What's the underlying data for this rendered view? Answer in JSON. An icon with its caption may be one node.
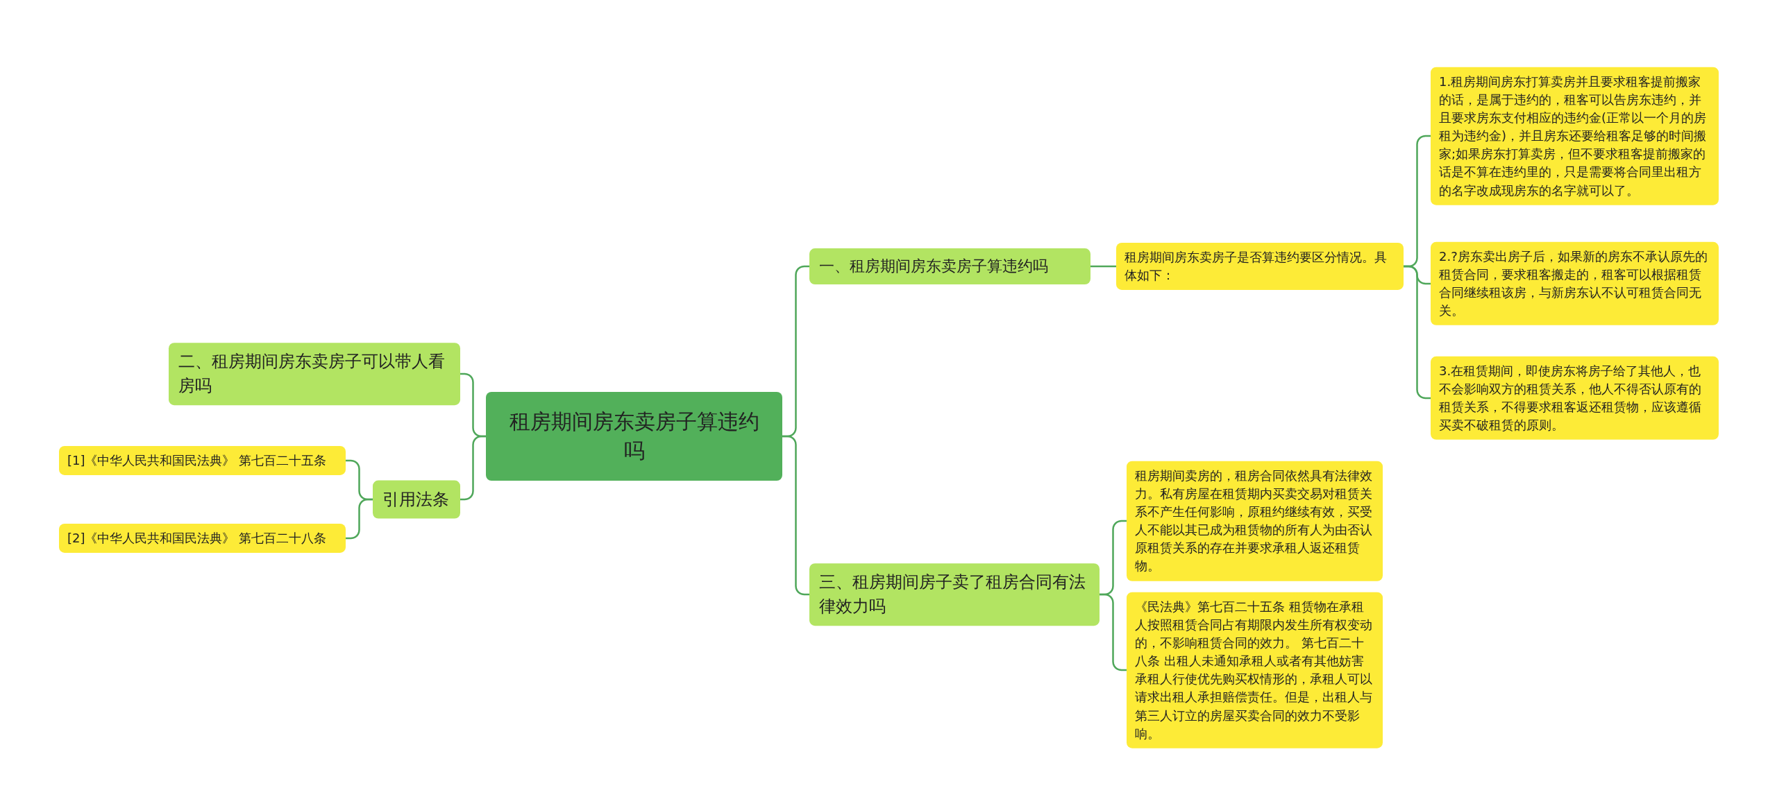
{
  "diagram": {
    "nodes": [
      {
        "text": [
          "租房期间房东卖房子算违约吗"
        ]
      },
      {
        "text": [
          "一、租房期间房东卖房子算违约吗"
        ]
      },
      {
        "text": [
          "租房期间房东卖房子是否算违约要区分情况。具体如下："
        ]
      },
      {
        "text": [
          "1.租房期间房东打算卖房并且要求租客提前搬家的话，是属于违约的，租客可以告房东违约，并且要求房东支付相应的违约金(正常以一个月的房租为违约金)，并且房东还要给租客足够的时间搬家;如果房东打算卖房，但不要求租客提前搬家的话是不算在违约里的，只是需要将合同里出租方的名字改成现房东的名字就可以了。"
        ]
      },
      {
        "text": [
          "2.?房东卖出房子后，如果新的房东不承认原先的租赁合同，要求租客搬走的，租客可以根据租赁合同继续租该房，与新房东认不认可租赁合同无关。"
        ]
      },
      {
        "text": [
          "3.在租赁期间，即使房东将房子给了其他人，也不会影响双方的租赁关系，他人不得否认原有的租赁关系，不得要求租客返还租赁物，应该遵循买卖不破租赁的原则。"
        ]
      },
      {
        "text": [
          "二、租房期间房东卖房子可以带人看房吗"
        ]
      },
      {
        "text": [
          "引用法条"
        ]
      },
      {
        "text": [
          "[1]《中华人民共和国民法典》 第七百二十五条"
        ]
      },
      {
        "text": [
          "[2]《中华人民共和国民法典》 第七百二十八条"
        ]
      },
      {
        "text": [
          "三、租房期间房子卖了租房合同有法律效力吗"
        ]
      },
      {
        "text": [
          "租房期间卖房的，租房合同依然具有法律效力。私有房屋在租赁期内买卖交易对租赁关系不产生任何影响，原租约继续有效，买受人不能以其已成为租赁物的所有人为由否认原租赁关系的存在并要求承租人返还租赁物。"
        ]
      },
      {
        "text": [
          "《民法典》第七百二十五条 租赁物在承租人按照租赁合同占有期限内发生所有权变动的，不影响租赁合同的效力。 第七百二十八条 出租人未通知承租人或者有其他妨害承租人行使优先购买权情形的，承租人可以请求出租人承担赔偿责任。但是，出租人与第三人订立的房屋买卖合同的效力不受影响。"
        ]
      }
    ],
    "edges": [
      {
        "from": 0,
        "to": 1,
        "arrow": "none"
      },
      {
        "from": 1,
        "to": 2,
        "arrow": "none"
      },
      {
        "from": 2,
        "to": 3,
        "arrow": "none"
      },
      {
        "from": 2,
        "to": 4,
        "arrow": "none"
      },
      {
        "from": 2,
        "to": 5,
        "arrow": "none"
      },
      {
        "from": 0,
        "to": 6,
        "arrow": "none"
      },
      {
        "from": 0,
        "to": 7,
        "arrow": "none"
      },
      {
        "from": 7,
        "to": 8,
        "arrow": "none"
      },
      {
        "from": 7,
        "to": 9,
        "arrow": "none"
      },
      {
        "from": 0,
        "to": 10,
        "arrow": "none"
      },
      {
        "from": 10,
        "to": 11,
        "arrow": "none"
      },
      {
        "from": 10,
        "to": 12,
        "arrow": "none"
      }
    ]
  }
}
